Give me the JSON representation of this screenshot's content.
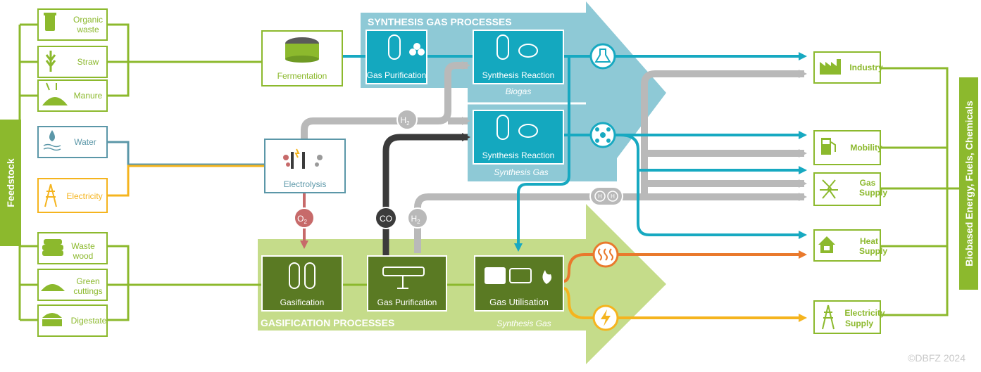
{
  "colors": {
    "feed_green": "#8cb92d",
    "dark_green": "#5a7a23",
    "light_green": "#c5dc8a",
    "teal_band": "#8ec9d6",
    "teal_box": "#14a8bf",
    "teal_line": "#17a9c1",
    "grey_line": "#b9b9b9",
    "dark_line": "#3b3b3b",
    "red": "#c76a6a",
    "orange": "#e9792c",
    "yellow": "#f5b41e",
    "water_blue": "#5b97a8"
  },
  "feedstock": {
    "title": "Feedstock",
    "items": [
      {
        "label_1": "Organic",
        "label_2": "waste",
        "icon": "organic-waste-bin-icon"
      },
      {
        "label_1": "Straw",
        "icon": "straw-icon"
      },
      {
        "label_1": "Manure",
        "icon": "manure-icon"
      },
      {
        "label_1": "Water",
        "icon": "water-drop-icon"
      },
      {
        "label_1": "Electricity",
        "icon": "power-pylon-icon"
      },
      {
        "label_1": "Waste",
        "label_2": "wood",
        "icon": "wood-logs-icon"
      },
      {
        "label_1": "Green",
        "label_2": "cuttings",
        "icon": "green-cuttings-icon"
      },
      {
        "label_1": "Digestate",
        "icon": "digestate-icon"
      }
    ]
  },
  "synthesis": {
    "title": "SYNTHESIS GAS PROCESSES",
    "gas_purification": "Gas Purification",
    "synthesis_reaction_1": "Synthesis Reaction",
    "biogas": "Biogas",
    "synthesis_reaction_2": "Synthesis Reaction",
    "synthesis_gas": "Synthesis Gas"
  },
  "fermentation": "Fermentation",
  "electrolysis": "Electrolysis",
  "badges": {
    "h2": "H",
    "h2_sub": "2",
    "o2": "O",
    "o2_sub": "2",
    "co": "CO",
    "hh_left": "H",
    "hh_right": "H"
  },
  "gasification": {
    "title": "GASIFICATION PROCESSES",
    "gasification": "Gasification",
    "gas_purification": "Gas Purification",
    "gas_utilisation": "Gas Utilisation",
    "synthesis_gas": "Synthesis Gas"
  },
  "outputs": {
    "title": "Biobased Energy, Fuels, Chemicals",
    "items": [
      {
        "label_1": "Industry",
        "icon": "factory-icon"
      },
      {
        "label_1": "Mobility",
        "icon": "fuel-pump-icon"
      },
      {
        "label_1": "Gas",
        "label_2": "Supply",
        "icon": "gas-network-icon"
      },
      {
        "label_1": "Heat",
        "label_2": "Supply",
        "icon": "house-heat-icon"
      },
      {
        "label_1": "Electricity",
        "label_2": "Supply",
        "icon": "power-pylon-icon"
      }
    ]
  },
  "copyright": "©DBFZ 2024"
}
